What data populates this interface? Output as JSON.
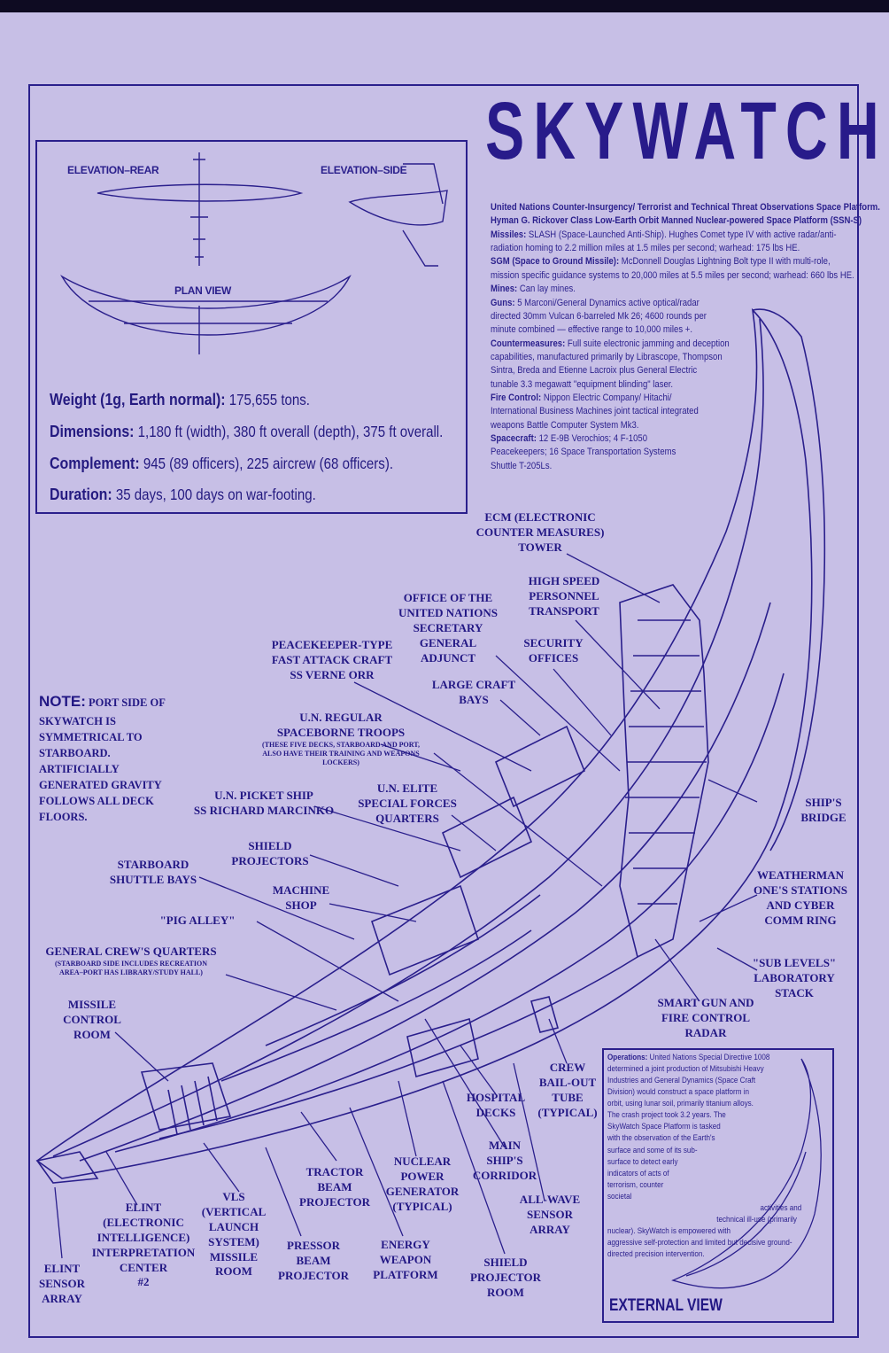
{
  "title": "SKYWATCH",
  "specs": [
    {
      "label": "",
      "text": "United Nations Counter-Insurgency/ Terrorist and Technical Threat Observations Space Platform.",
      "bold": true
    },
    {
      "label": "",
      "text": "Hyman G. Rickover Class Low-Earth Orbit Manned Nuclear-powered Space Platform (SSN-S)",
      "bold": true
    },
    {
      "label": "Missiles:",
      "text": " SLASH (Space-Launched Anti-Ship). Hughes Comet type IV with active radar/anti-"
    },
    {
      "label": "",
      "text": "radiation homing to 2.2 million miles at 1.5 miles per second; warhead: 175 lbs HE."
    },
    {
      "label": "SGM (Space to Ground Missile):",
      "text": " McDonnell Douglas Lightning Bolt type II with multi-role,"
    },
    {
      "label": "",
      "text": "mission specific guidance systems to 20,000 miles at 5.5 miles per second; warhead: 660 lbs HE."
    },
    {
      "label": "Mines:",
      "text": " Can lay mines."
    },
    {
      "label": "Guns:",
      "text": " 5 Marconi/General Dynamics active optical/radar"
    },
    {
      "label": "",
      "text": "directed 30mm Vulcan 6-barreled Mk 26; 4600 rounds per"
    },
    {
      "label": "",
      "text": "minute combined — effective range to 10,000 miles +."
    },
    {
      "label": "Countermeasures:",
      "text": " Full suite electronic jamming and deception"
    },
    {
      "label": "",
      "text": "capabilities, manufactured primarily by Librascope, Thompson"
    },
    {
      "label": "",
      "text": "Sintra, Breda and Etienne Lacroix plus General Electric"
    },
    {
      "label": "",
      "text": "tunable 3.3 megawatt \"equipment blinding\" laser."
    },
    {
      "label": "Fire Control:",
      "text": " Nippon Electric Company/ Hitachi/"
    },
    {
      "label": "",
      "text": "International Business Machines joint tactical integrated"
    },
    {
      "label": "",
      "text": "weapons Battle Computer System Mk3."
    },
    {
      "label": "Spacecraft:",
      "text": " 12 E-9B Verochios; 4 F-1050"
    },
    {
      "label": "",
      "text": "Peacekeepers; 16 Space Transportation Systems"
    },
    {
      "label": "",
      "text": "Shuttle T-205Ls."
    }
  ],
  "views": {
    "rear": "ELEVATION–REAR",
    "side": "ELEVATION–SIDE",
    "plan": "PLAN VIEW"
  },
  "stats": [
    {
      "label": "Weight (1g, Earth normal):",
      "value": " 175,655 tons."
    },
    {
      "label": "Dimensions:",
      "value": " 1,180 ft (width), 380 ft overall (depth), 375 ft overall."
    },
    {
      "label": "Complement:",
      "value": " 945 (89 officers), 225 aircrew (68 officers)."
    },
    {
      "label": "Duration:",
      "value": " 35 days, 100 days on war-footing."
    }
  ],
  "note": {
    "head": "NOTE:",
    "lines": [
      " PORT SIDE OF",
      "SKYWATCH IS",
      "SYMMETRICAL TO",
      "STARBOARD.",
      "ARTIFICIALLY",
      "GENERATED GRAVITY",
      "FOLLOWS ALL DECK",
      "FLOORS."
    ]
  },
  "labels": {
    "ecm": [
      "ECM (ELECTRONIC",
      "COUNTER MEASURES)",
      "TOWER"
    ],
    "high_speed": [
      "HIGH SPEED",
      "PERSONNEL",
      "TRANSPORT"
    ],
    "office": [
      "OFFICE OF THE",
      "UNITED NATIONS",
      "SECRETARY",
      "GENERAL",
      "ADJUNCT"
    ],
    "security": [
      "SECURITY",
      "OFFICES"
    ],
    "peacekeeper": [
      "PEACEKEEPER-TYPE",
      "FAST ATTACK CRAFT",
      "SS VERNE ORR"
    ],
    "large_craft": [
      "LARGE CRAFT",
      "BAYS"
    ],
    "un_regular": [
      "U.N. REGULAR",
      "SPACEBORNE TROOPS"
    ],
    "un_regular_sub": [
      "(THESE FIVE DECKS, STARBOARD AND PORT,",
      "ALSO HAVE THEIR TRAINING AND WEAPONS",
      "LOCKERS)"
    ],
    "picket": [
      "U.N. PICKET SHIP",
      "SS RICHARD MARCINKO"
    ],
    "elite": [
      "U.N. ELITE",
      "SPECIAL FORCES",
      "QUARTERS"
    ],
    "bridge": [
      "SHIP'S",
      "BRIDGE"
    ],
    "shield_proj": [
      "SHIELD",
      "PROJECTORS"
    ],
    "starboard_shuttle": [
      "STARBOARD",
      "SHUTTLE BAYS"
    ],
    "machine": [
      "MACHINE",
      "SHOP"
    ],
    "weatherman": [
      "WEATHERMAN",
      "ONE'S STATIONS",
      "AND CYBER",
      "COMM RING"
    ],
    "pig": [
      "\"PIG ALLEY\""
    ],
    "general_crew": [
      "GENERAL CREW'S QUARTERS"
    ],
    "general_crew_sub": [
      "(STARBOARD SIDE INCLUDES RECREATION",
      "AREA–PORT HAS LIBRARY/STUDY HALL)"
    ],
    "sublevels": [
      "\"SUB LEVELS\"",
      "LABORATORY",
      "STACK"
    ],
    "missile_ctrl": [
      "MISSILE",
      "CONTROL",
      "ROOM"
    ],
    "smart_gun": [
      "SMART GUN AND",
      "FIRE CONTROL",
      "RADAR"
    ],
    "crew_bail": [
      "CREW",
      "BAIL-OUT",
      "TUBE",
      "(TYPICAL)"
    ],
    "hospital": [
      "HOSPITAL",
      "DECKS"
    ],
    "main_corridor": [
      "MAIN",
      "SHIP'S",
      "CORRIDOR"
    ],
    "tractor": [
      "TRACTOR",
      "BEAM",
      "PROJECTOR"
    ],
    "nuclear": [
      "NUCLEAR",
      "POWER",
      "GENERATOR",
      "(TYPICAL)"
    ],
    "allwave": [
      "ALL-WAVE",
      "SENSOR",
      "ARRAY"
    ],
    "vls": [
      "VLS",
      "(VERTICAL",
      "LAUNCH",
      "SYSTEM)",
      "MISSILE",
      "ROOM"
    ],
    "elint_center": [
      "ELINT",
      "(ELECTRONIC",
      "INTELLIGENCE)",
      "INTERPRETATION",
      "CENTER",
      "#2"
    ],
    "elint_sensor": [
      "ELINT",
      "SENSOR",
      "ARRAY"
    ],
    "pressor": [
      "PRESSOR",
      "BEAM",
      "PROJECTOR"
    ],
    "energy": [
      "ENERGY",
      "WEAPON",
      "PLATFORM"
    ],
    "shield_room": [
      "SHIELD",
      "PROJECTOR",
      "ROOM"
    ]
  },
  "operations": [
    {
      "label": "Operations:",
      "text": " United Nations Special Directive 1008"
    },
    {
      "label": "",
      "text": "determined a joint production of Mitsubishi Heavy"
    },
    {
      "label": "",
      "text": "Industries and General Dynamics (Space Craft"
    },
    {
      "label": "",
      "text": "Division) would construct a space platform in"
    },
    {
      "label": "",
      "text": "orbit, using lunar soil, primarily titanium alloys."
    },
    {
      "label": "",
      "text": "The crash project took 3.2 years. The"
    },
    {
      "label": "",
      "text": "SkyWatch Space Platform is tasked"
    },
    {
      "label": "",
      "text": "with the observation of the Earth's"
    },
    {
      "label": "",
      "text": "surface and some of its sub-"
    },
    {
      "label": "",
      "text": "surface to detect early"
    },
    {
      "label": "",
      "text": "indicators of acts of"
    },
    {
      "label": "",
      "text": "terrorism, counter"
    },
    {
      "label": "",
      "text": "societal"
    },
    {
      "label": "",
      "text": "activities and"
    },
    {
      "label": "",
      "text": "technical ill-use (primarily"
    },
    {
      "label": "",
      "text": "nuclear). SkyWatch is empowered with"
    },
    {
      "label": "",
      "text": "aggressive self-protection and limited but decisive ground-"
    },
    {
      "label": "",
      "text": "directed precision intervention."
    }
  ],
  "external_view": "EXTERNAL VIEW",
  "colors": {
    "ink": "#2a1f8c",
    "paper": "#c7bfe6"
  }
}
